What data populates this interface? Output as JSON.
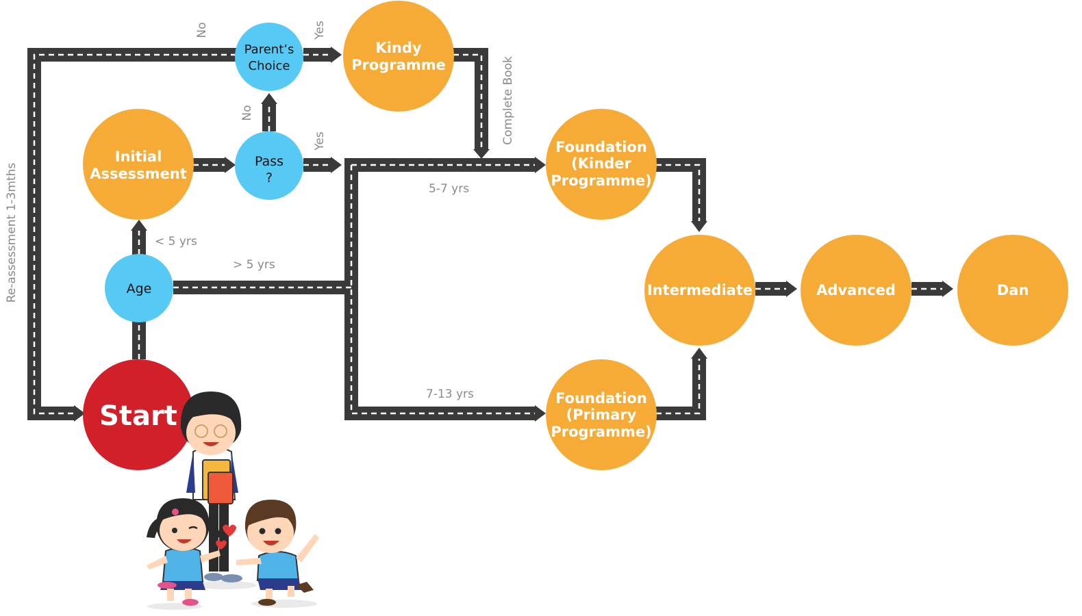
{
  "colors": {
    "road": "#3a3a3a",
    "road_dash": "#ffffff",
    "orange": "#f6ab36",
    "blue": "#56c9f4",
    "start_red": "#d1202a",
    "label_gray": "#8a8a8a"
  },
  "nodes": {
    "start": "Start",
    "age": "Age",
    "initial_assessment": [
      "Initial",
      "Assessment"
    ],
    "pass": [
      "Pass",
      "?"
    ],
    "parents_choice": [
      "Parent’s",
      "Choice"
    ],
    "kindy": [
      "Kindy",
      "Programme"
    ],
    "foundation_kinder": [
      "Foundation",
      "(Kinder",
      "Programme)"
    ],
    "foundation_primary": [
      "Foundation",
      "(Primary",
      "Programme)"
    ],
    "intermediate": "Intermediate",
    "advanced": "Advanced",
    "dan": "Dan"
  },
  "edge_labels": {
    "no_top": "No",
    "yes_top": "Yes",
    "no_mid": "No",
    "yes_mid": "Yes",
    "complete_book": "Complete Book",
    "reassessment": "Re-assessment 1-3mths",
    "lt5": "< 5 yrs",
    "gt5": "> 5 yrs",
    "age_5_7": "5-7 yrs",
    "age_7_13": "7-13 yrs"
  },
  "illustration": {
    "subject": "teacher-and-children-cartoon"
  }
}
